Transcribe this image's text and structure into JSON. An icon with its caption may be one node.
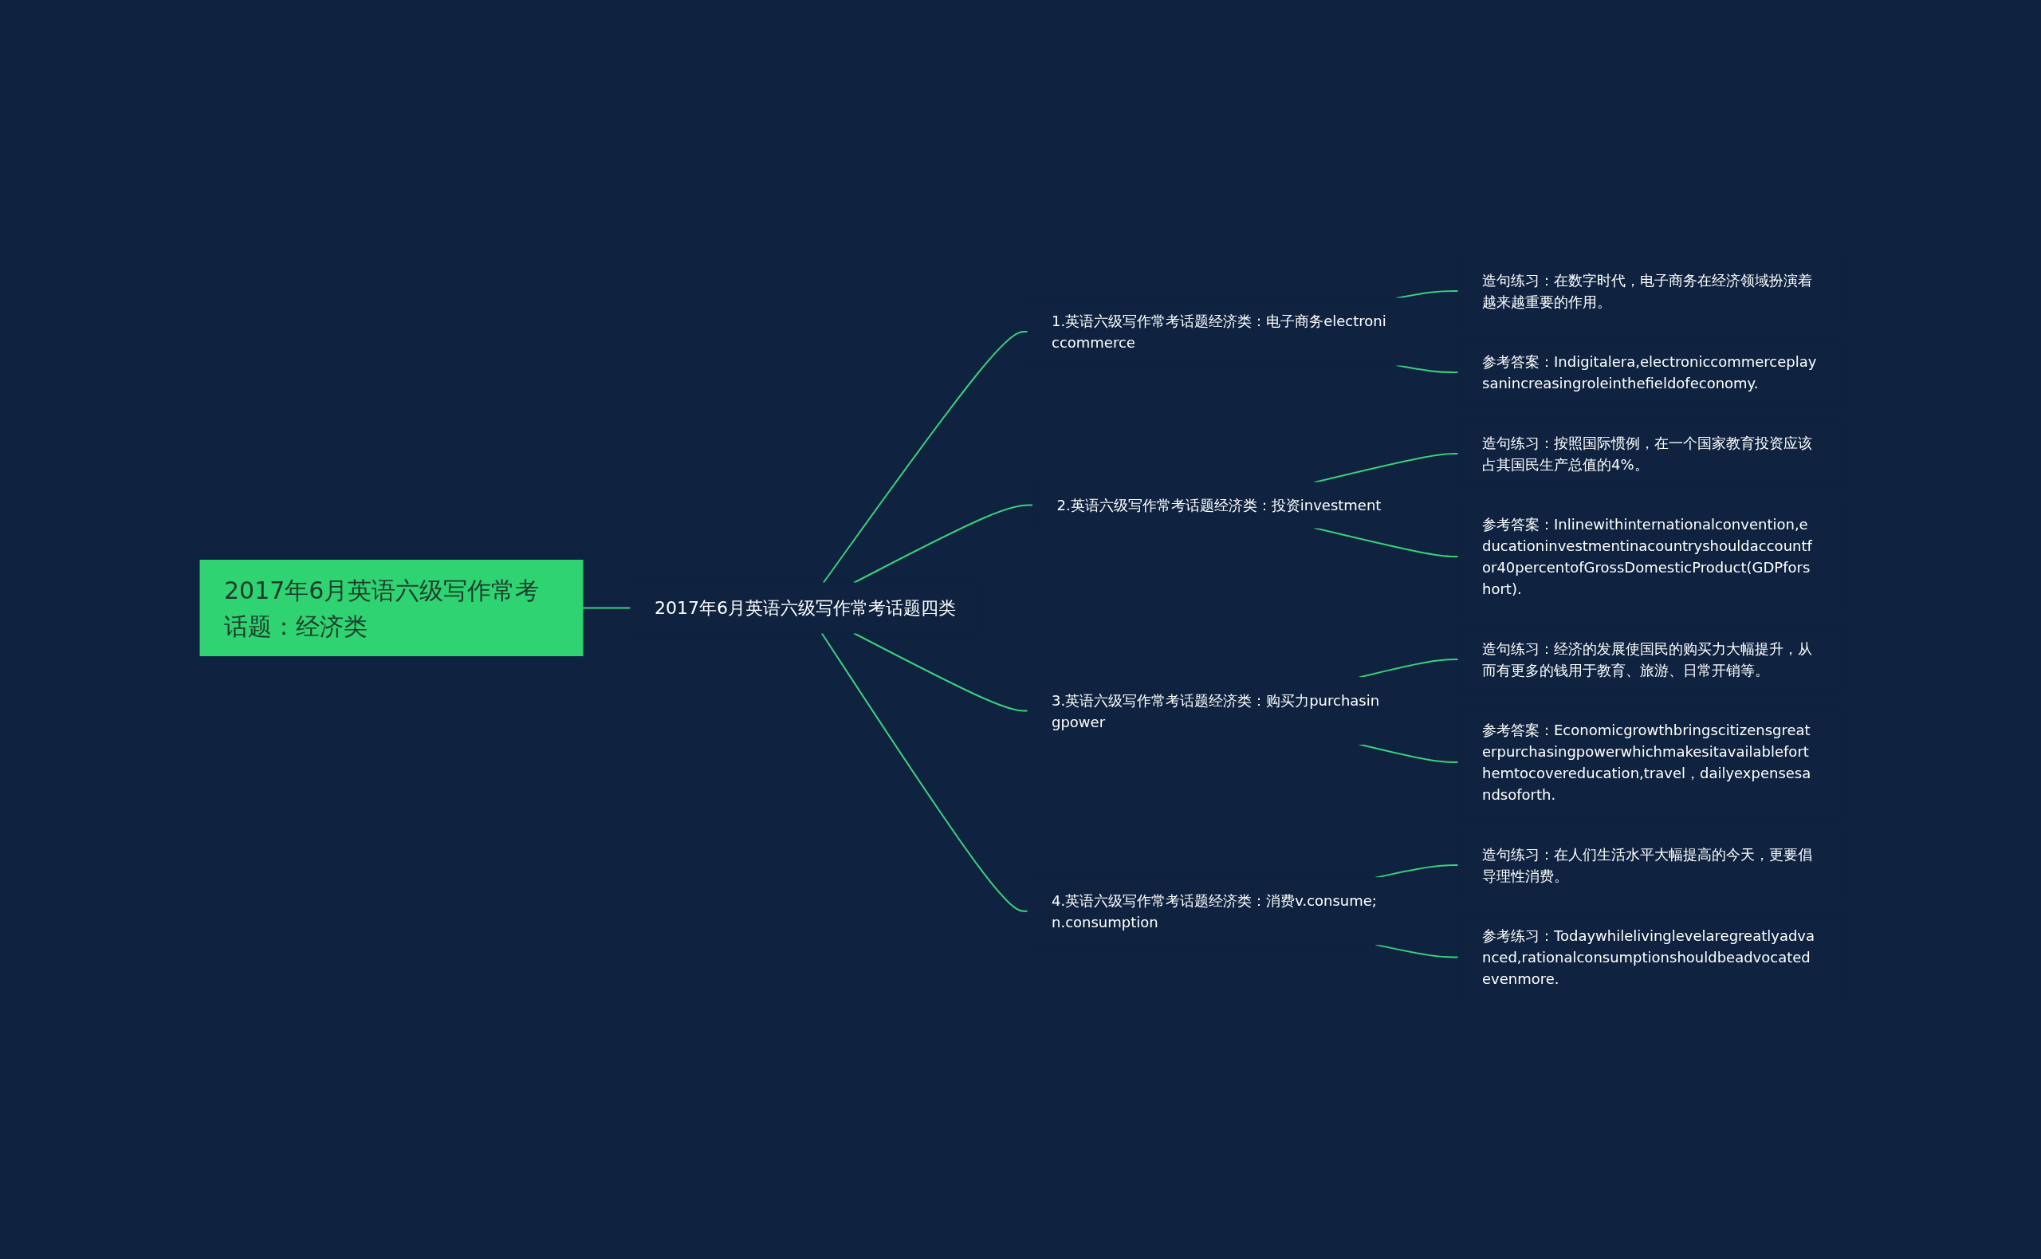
{
  "diagram": {
    "nodes": [
      {
        "text": [
          "2017年6月英语六级写作常考话题：经济类"
        ]
      },
      {
        "text": [
          "2017年6月英语六级写作常考话题四类"
        ]
      },
      {
        "text": [
          "1.英语六级写作常考话题经济类：电子商务electroniccommerce"
        ]
      },
      {
        "text": [
          "造句练习：在数字时代，电子商务在经济领域扮演着越来越重要的作用。"
        ]
      },
      {
        "text": [
          "参考答案：Indigitalera,electroniccommerceplaysanincreasingroleinthefieldofeconomy."
        ]
      },
      {
        "text": [
          "2.英语六级写作常考话题经济类：投资investment"
        ]
      },
      {
        "text": [
          "造句练习：按照国际惯例，在一个国家教育投资应该占其国民生产总值的4%。"
        ]
      },
      {
        "text": [
          "参考答案：Inlinewithinternationalconvention,educationinvestmentinacountryshouldaccountfor40percentofGrossDomesticProduct(GDPforshort)."
        ]
      },
      {
        "text": [
          "3.英语六级写作常考话题经济类：购买力purchasingpower"
        ]
      },
      {
        "text": [
          "造句练习：经济的发展使国民的购买力大幅提升，从而有更多的钱用于教育、旅游、日常开销等。"
        ]
      },
      {
        "text": [
          "参考答案：Economicgrowthbringscitizensgreaterpurchasingpowerwhichmakesitavailableforthemtocovereducation,travel，dailyexpensesandsoforth."
        ]
      },
      {
        "text": [
          "4.英语六级写作常考话题经济类：消费v.consume;n.consumption"
        ]
      },
      {
        "text": [
          "造句练习：在人们生活水平大幅提高的今天，更要倡导理性消费。"
        ]
      },
      {
        "text": [
          "参考练习：Todaywhilelivinglevelaregreatlyadvanced,rationalconsumptionshouldbeadvocatedevenmore."
        ]
      }
    ],
    "edges": [
      {
        "from": 0,
        "to": 1,
        "arrow": "none"
      },
      {
        "from": 1,
        "to": 2,
        "arrow": "none"
      },
      {
        "from": 2,
        "to": 3,
        "arrow": "none"
      },
      {
        "from": 2,
        "to": 4,
        "arrow": "none"
      },
      {
        "from": 1,
        "to": 5,
        "arrow": "none"
      },
      {
        "from": 5,
        "to": 6,
        "arrow": "none"
      },
      {
        "from": 5,
        "to": 7,
        "arrow": "none"
      },
      {
        "from": 1,
        "to": 8,
        "arrow": "none"
      },
      {
        "from": 8,
        "to": 9,
        "arrow": "none"
      },
      {
        "from": 8,
        "to": 10,
        "arrow": "none"
      },
      {
        "from": 1,
        "to": 11,
        "arrow": "none"
      },
      {
        "from": 11,
        "to": 12,
        "arrow": "none"
      },
      {
        "from": 11,
        "to": 13,
        "arrow": "none"
      }
    ]
  }
}
